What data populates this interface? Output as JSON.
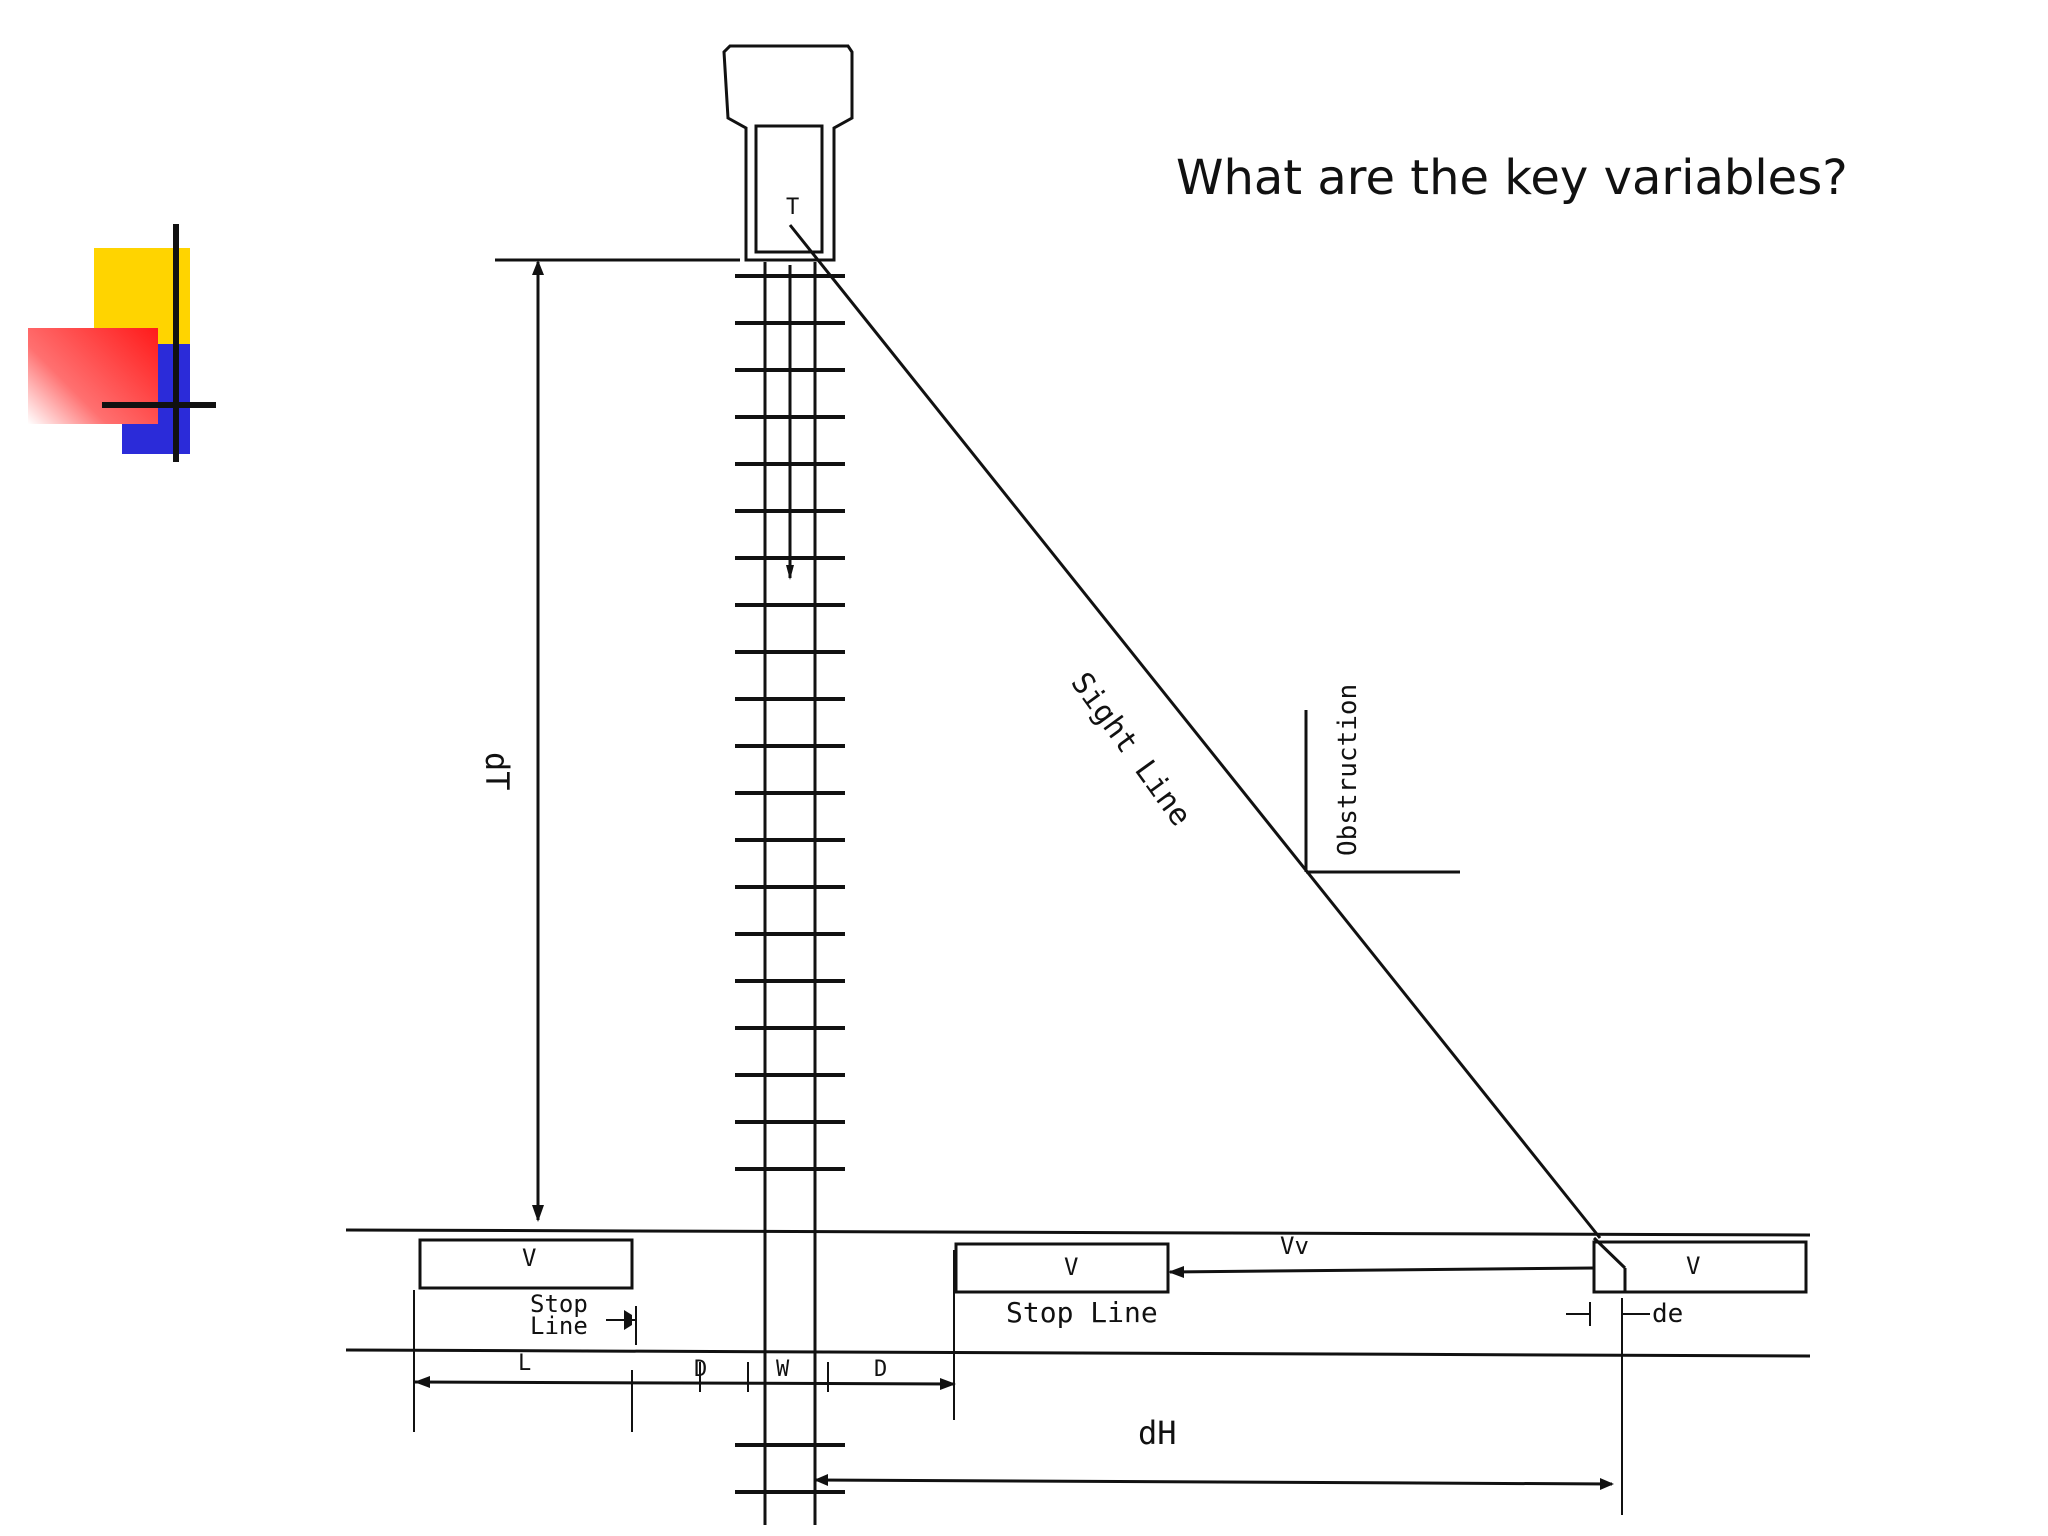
{
  "slide": {
    "question": "What are the key variables?"
  },
  "logo": {
    "colors": {
      "yellow": "#ffd400",
      "red": "#ff2020",
      "blue": "#2b2bd9",
      "black": "#111111"
    }
  },
  "diagram": {
    "track_label": "T",
    "distance_train": "dT",
    "distance_train_sub": "T",
    "sight_line": "Sight Line",
    "obstruction": "Obstruction",
    "vehicle_left": "V",
    "vehicle_mid": "V",
    "vehicle_right": "V",
    "vehicle_speed": "Vv",
    "stop_line_left_1": "Stop",
    "stop_line_left_2": "Line",
    "stop_line_mid": "Stop Line",
    "de": "de",
    "dim_L": "L",
    "dim_D1": "D",
    "dim_W": "W",
    "dim_D2": "D",
    "distance_highway": "dH",
    "distance_highway_sub": "H"
  }
}
